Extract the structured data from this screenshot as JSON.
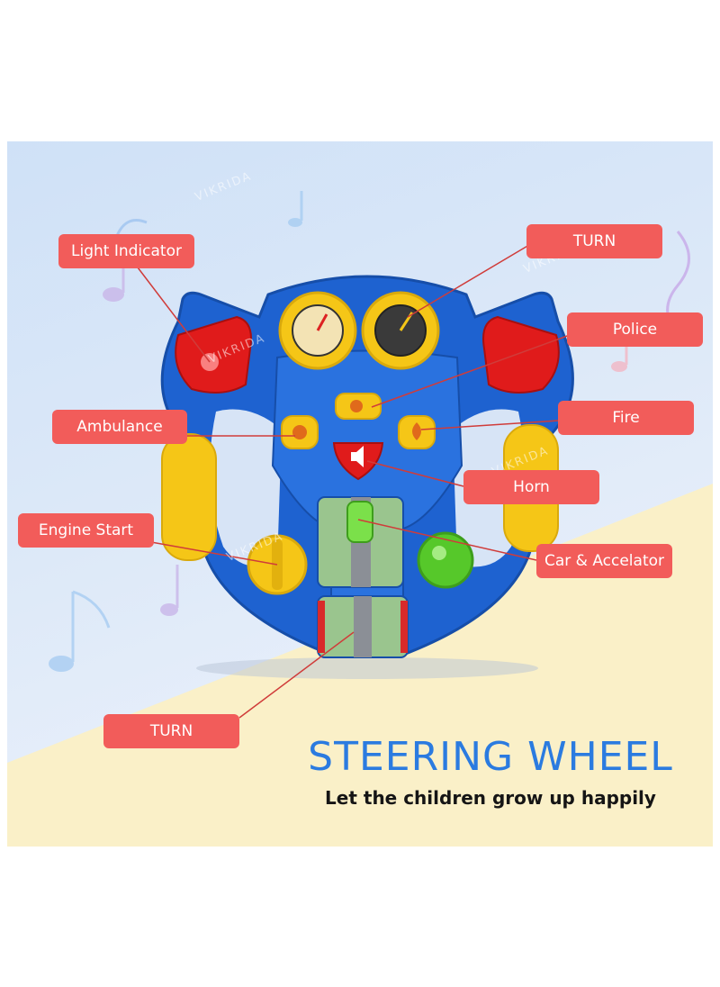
{
  "watermark": "VIKRIDA",
  "callouts": {
    "light_indicator": "Light Indicator",
    "turn_top": "TURN",
    "police": "Police",
    "ambulance": "Ambulance",
    "fire": "Fire",
    "horn": "Horn",
    "engine_start": "Engine Start",
    "car_accelerator": "Car & Accelator",
    "turn_bottom": "TURN"
  },
  "headline": "STEERING WHEEL",
  "tagline": "Let the children grow up happily",
  "colors": {
    "wheel_blue": "#1e62d0",
    "callout_red": "#f25c5a",
    "headline_blue": "#2b7be0",
    "accent_yellow": "#f5c617",
    "light_red": "#e01b1b",
    "accelerator_green": "#56c82a"
  }
}
